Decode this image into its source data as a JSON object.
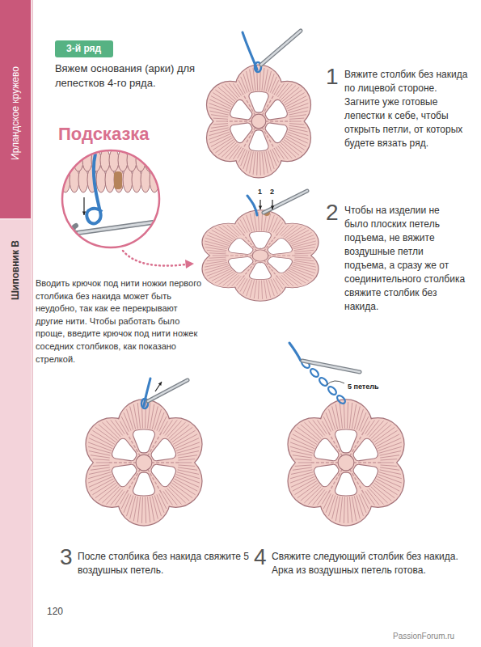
{
  "diagram": {
    "nodes": [
      {
        "text": [
          "Ирландское кружево"
        ]
      },
      {
        "text": [
          "Шиповник В"
        ]
      },
      {
        "text": [
          "3-й ряд"
        ]
      }
    ],
    "labels": [
      "Вяжем основания (арки) для лепестков 4-го ряда.",
      "Подсказка",
      "Вводить крючок под нити ножки первого столбика без накида может быть неудобно, так как ее перекрывают другие нити. Чтобы работать было проще, введите крючок под нити ножек соседних столбиков, как показано стрелкой.",
      "1",
      "Вяжите столбик без накида по лицевой стороне. Загните уже готовые лепестки к себе, чтобы открыть петли, от которых будете вязать ряд.",
      "2",
      "Чтобы на изделии не было плоских петель подъема, не вяжите воздушные петли подъема, а сразу же от соединительного столбика свяжите столбик без накида.",
      "1",
      "2",
      "3",
      "После столбика без накида свяжите 5 воздушных петель.",
      "4",
      "Свяжите следующий столбик без накида. Арка из воздушных петель готова.",
      "5 петель",
      "120",
      "PassionForum.ru"
    ]
  }
}
